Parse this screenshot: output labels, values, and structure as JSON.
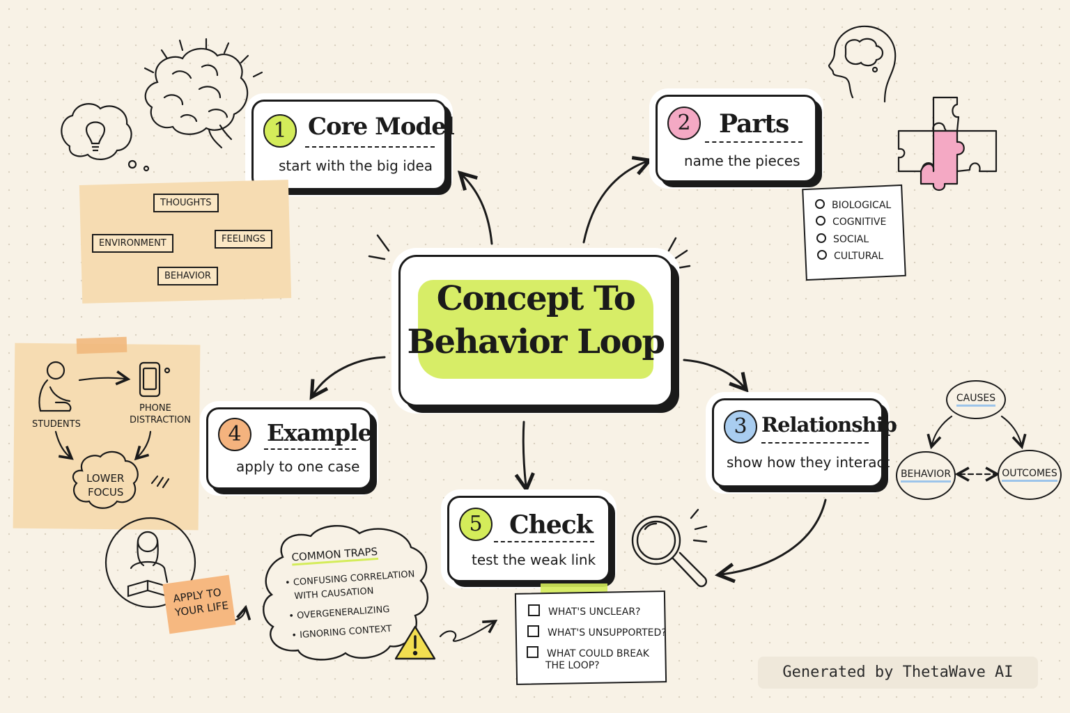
{
  "title_line1": "Concept To",
  "title_line2": "Behavior Loop",
  "steps": {
    "core_model": {
      "number": "1",
      "title": "Core Model",
      "subtitle": "start with the big idea",
      "color": "#d4ec5a"
    },
    "parts": {
      "number": "2",
      "title": "Parts",
      "subtitle": "name the pieces",
      "color": "#f4a9c4"
    },
    "relationship": {
      "number": "3",
      "title": "Relationship",
      "subtitle": "show how they interact",
      "color": "#a9cdf0"
    },
    "example": {
      "number": "4",
      "title": "Example",
      "subtitle": "apply to one case",
      "color": "#f4b37e"
    },
    "check": {
      "number": "5",
      "title": "Check",
      "subtitle": "test the weak link",
      "color": "#d4ec5a"
    }
  },
  "cycle_note": {
    "thoughts": "THOUGHTS",
    "feelings": "FEELINGS",
    "behavior": "BEHAVIOR",
    "environment": "ENVIRONMENT"
  },
  "parts_list": [
    "BIOLOGICAL",
    "COGNITIVE",
    "SOCIAL",
    "CULTURAL"
  ],
  "relationship_diagram": {
    "causes": "CAUSES",
    "behavior": "BEHAVIOR",
    "outcomes": "OUTCOMES"
  },
  "example_note": {
    "students": "STUDENTS",
    "phone_line1": "PHONE",
    "phone_line2": "DISTRACTION",
    "lower_line1": "LOWER",
    "lower_line2": "FOCUS"
  },
  "apply_note": {
    "line1": "APPLY TO",
    "line2": "YOUR LIFE"
  },
  "traps": {
    "heading": "COMMON TRAPS",
    "item1_line1": "CONFUSING CORRELATION",
    "item1_line2": "WITH CAUSATION",
    "item2": "OVERGENERALIZING",
    "item3": "IGNORING CONTEXT"
  },
  "check_list": {
    "item1": "WHAT'S UNCLEAR?",
    "item2": "WHAT'S UNSUPPORTED?",
    "item3_line1": "WHAT COULD BREAK",
    "item3_line2": "THE LOOP?"
  },
  "footer": "Generated by ThetaWave AI"
}
